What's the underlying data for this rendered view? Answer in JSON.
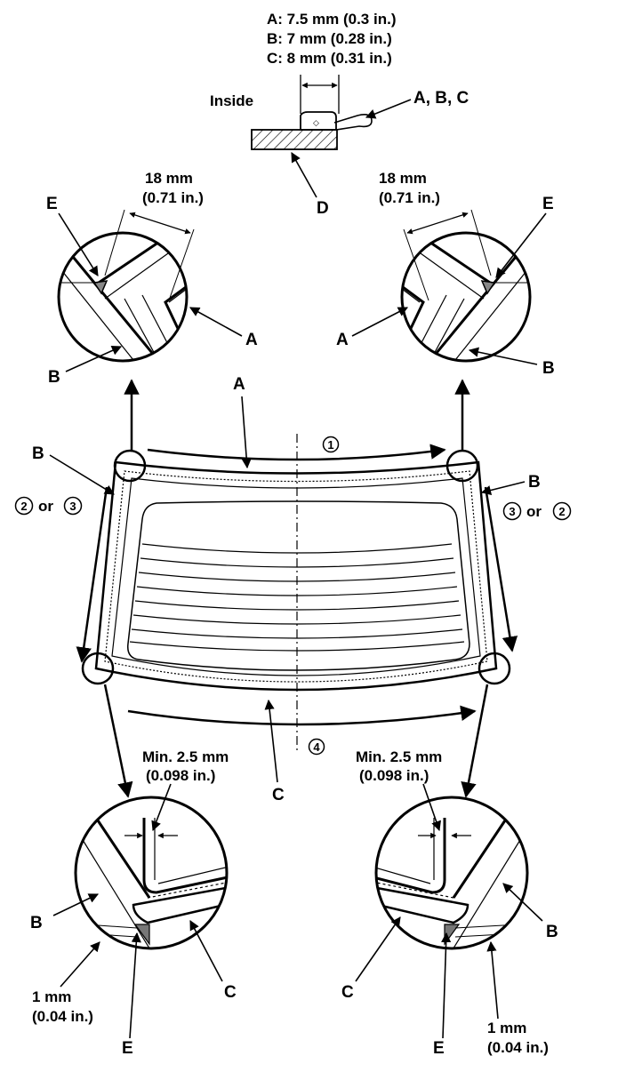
{
  "specs": {
    "a": "A: 7.5 mm (0.3 in.)",
    "b": "B: 7 mm (0.28 in.)",
    "c": "C: 8 mm (0.31 in.)"
  },
  "section": {
    "inside": "Inside",
    "abc": "A, B, C",
    "d": "D"
  },
  "top_left_detail": {
    "dim1": "18 mm",
    "dim2": "(0.71 in.)",
    "e": "E",
    "a": "A",
    "b": "B"
  },
  "top_right_detail": {
    "dim1": "18 mm",
    "dim2": "(0.71 in.)",
    "e": "E",
    "a": "A",
    "b": "B"
  },
  "glass": {
    "label_a": "A",
    "label_b_left": "B",
    "label_b_right": "B",
    "label_c": "C",
    "seq_top": "1",
    "seq_left_1": "2",
    "seq_left_or": "or",
    "seq_left_2": "3",
    "seq_right_1": "3",
    "seq_right_or": "or",
    "seq_right_2": "2",
    "seq_bottom": "4"
  },
  "bottom_left_detail": {
    "min1": "Min. 2.5 mm",
    "min2": "(0.098 in.)",
    "b": "B",
    "c": "C",
    "e": "E",
    "gap1": "1 mm",
    "gap2": "(0.04 in.)"
  },
  "bottom_right_detail": {
    "min1": "Min. 2.5 mm",
    "min2": "(0.098 in.)",
    "b": "B",
    "c": "C",
    "e": "E",
    "gap1": "1 mm",
    "gap2": "(0.04 in.)"
  }
}
